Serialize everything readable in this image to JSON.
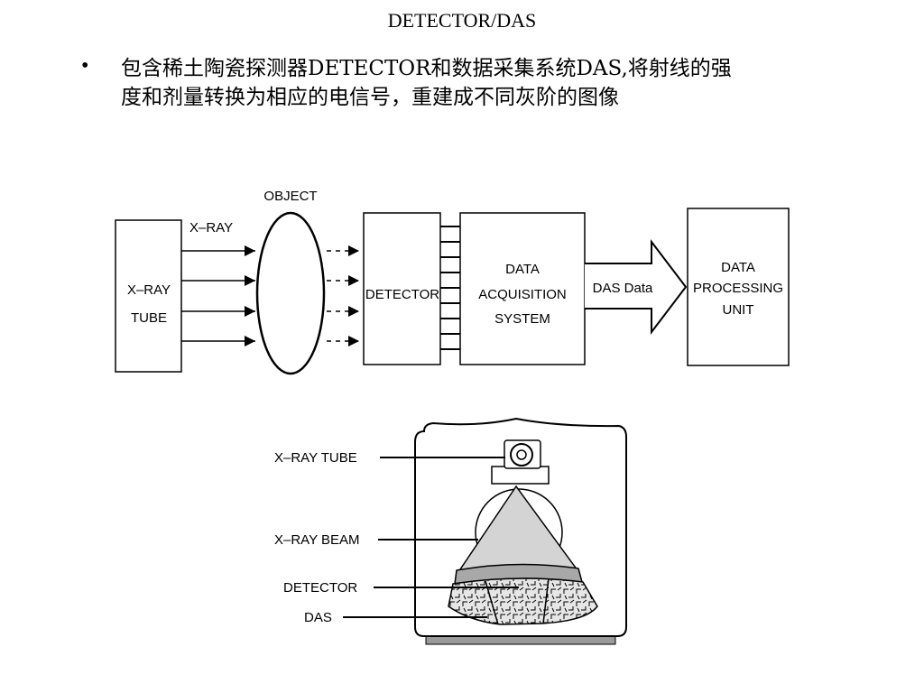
{
  "title": "DETECTOR/DAS",
  "bullet": {
    "line1": "包含稀土陶瓷探测器DETECTOR和数据采集系统DAS,将射线的强",
    "line2": "度和剂量转换为相应的电信号，重建成不同灰阶的图像"
  },
  "block_diagram": {
    "xray_tube": [
      "X–RAY",
      "TUBE"
    ],
    "xray_label": "X–RAY",
    "object_label": "OBJECT",
    "detector": "DETECTOR",
    "das_block": [
      "DATA",
      "ACQUISITION",
      "SYSTEM"
    ],
    "das_data": "DAS Data",
    "processing_unit": [
      "DATA",
      "PROCESSING",
      "UNIT"
    ]
  },
  "gantry": {
    "labels": {
      "tube": "X–RAY TUBE",
      "beam": "X–RAY BEAM",
      "detector": "DETECTOR",
      "das": "DAS"
    }
  }
}
